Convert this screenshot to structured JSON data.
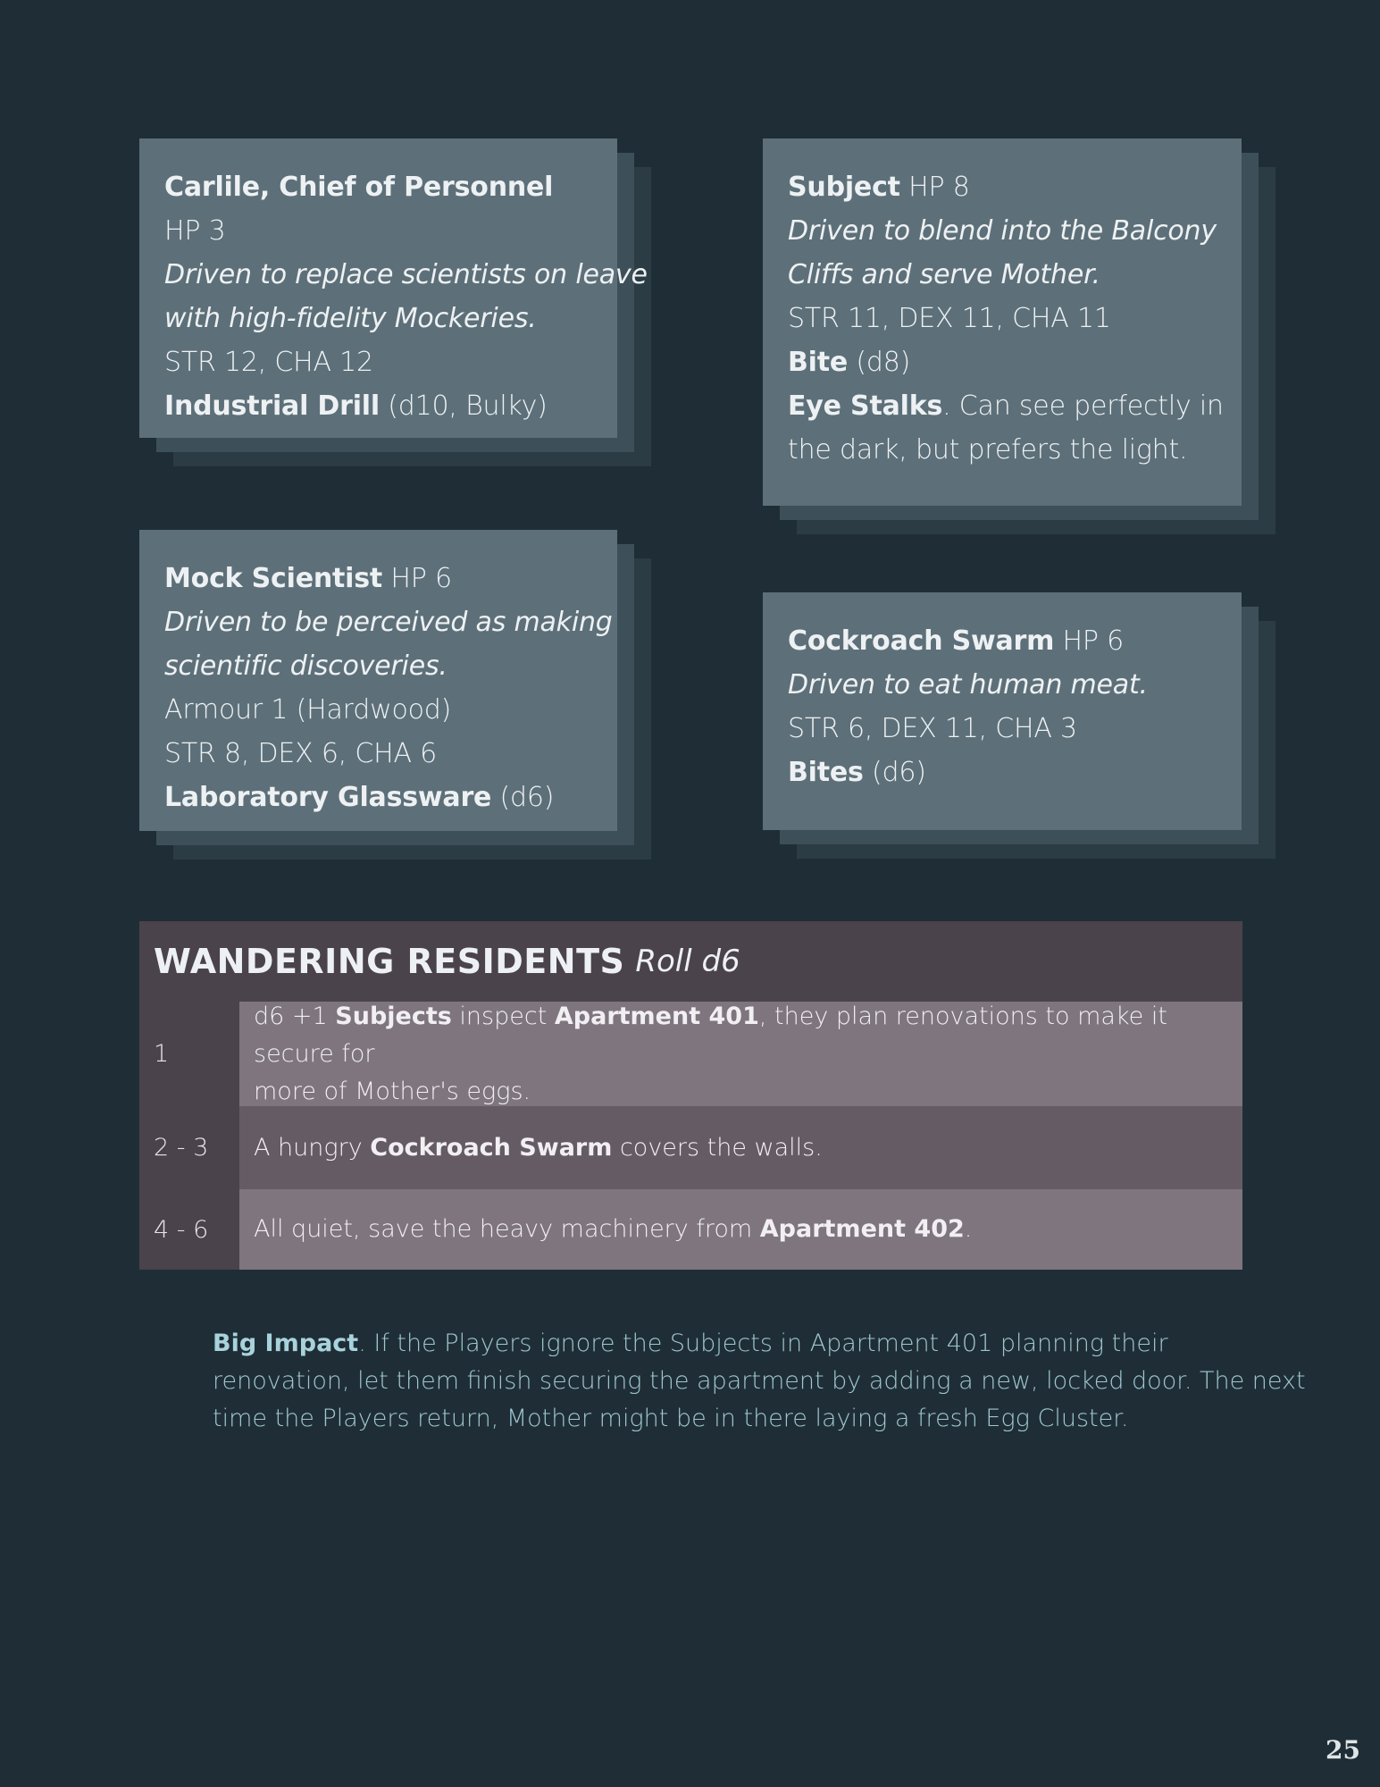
{
  "cards": {
    "carlile": {
      "name": "Carlile, Chief of Personnel",
      "hp": "HP 3",
      "drive_1": "Driven to replace scientists on leave",
      "drive_2": "with high-fidelity Mockeries.",
      "stats": "STR 12, CHA 12",
      "attack_name": "Industrial Drill",
      "attack_detail": " (d10, Bulky)"
    },
    "subject": {
      "name": "Subject",
      "hp": " HP 8",
      "drive_1": "Driven to blend into the Balcony",
      "drive_2": "Cliffs and serve Mother.",
      "stats": "STR 11, DEX 11, CHA 11",
      "attack_name": "Bite",
      "attack_detail": " (d8)",
      "ability_name": "Eye Stalks",
      "ability_text_1": ". Can see perfectly in",
      "ability_text_2": "the dark, but prefers the light."
    },
    "mock_scientist": {
      "name": "Mock Scientist",
      "hp": " HP 6",
      "drive_1": "Driven to be perceived as making",
      "drive_2": "scientific discoveries.",
      "armour": "Armour 1 (Hardwood)",
      "stats": "STR 8, DEX 6, CHA 6",
      "attack_name": "Laboratory Glassware",
      "attack_detail": " (d6)"
    },
    "cockroach_swarm": {
      "name": "Cockroach Swarm",
      "hp": " HP 6",
      "drive_1": "Driven to eat human meat.",
      "stats": "STR 6, DEX 11, CHA 3",
      "attack_name": "Bites",
      "attack_detail": " (d6)"
    }
  },
  "table": {
    "title": "WANDERING RESIDENTS",
    "subtitle": "Roll d6",
    "rows": [
      {
        "roll": "1",
        "t1": "d6 +1 ",
        "b1": "Subjects",
        "t2": " inspect ",
        "b2": "Apartment 401",
        "t3": ", they plan renovations to make it secure for",
        "t4": "more of Mother's eggs."
      },
      {
        "roll": "2 - 3",
        "t1": "A hungry ",
        "b1": "Cockroach Swarm",
        "t2": " covers the walls."
      },
      {
        "roll": "4 - 6",
        "t1": "All quiet, save the heavy machinery from ",
        "b1": "Apartment 402",
        "t2": "."
      }
    ]
  },
  "note": {
    "bold": "Big Impact",
    "line_1": ". If the Players ignore the Subjects in Apartment 401 planning their",
    "line_2": "renovation, let them finish securing the apartment by adding a new, locked door. The next",
    "line_3": "time the Players return, Mother might be in there laying a fresh Egg Cluster."
  },
  "page_number": "25"
}
